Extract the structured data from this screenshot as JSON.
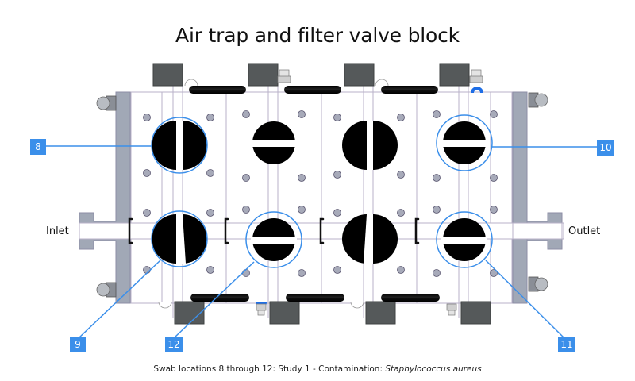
{
  "title": "Air trap and filter valve block",
  "ports": {
    "inlet": "Inlet",
    "outlet": "Outlet"
  },
  "callouts": [
    {
      "id": "8",
      "label": "8",
      "target": "upper-left valve"
    },
    {
      "id": "9",
      "label": "9",
      "target": "lower-left valve"
    },
    {
      "id": "10",
      "label": "10",
      "target": "upper-right valve"
    },
    {
      "id": "11",
      "label": "11",
      "target": "lower-right valve"
    },
    {
      "id": "12",
      "label": "12",
      "target": "lower second valve"
    }
  ],
  "caption": {
    "prefix": "Swab locations 8 through 12:  Study 1 - Contamination: ",
    "organism": "Staphylococcus aureus"
  },
  "colors": {
    "callout": "#3b8fea",
    "clamp": "#a1a8b6",
    "block": "#55595a",
    "valve": "#000000",
    "accent_fitting": "#1e6ee6"
  }
}
